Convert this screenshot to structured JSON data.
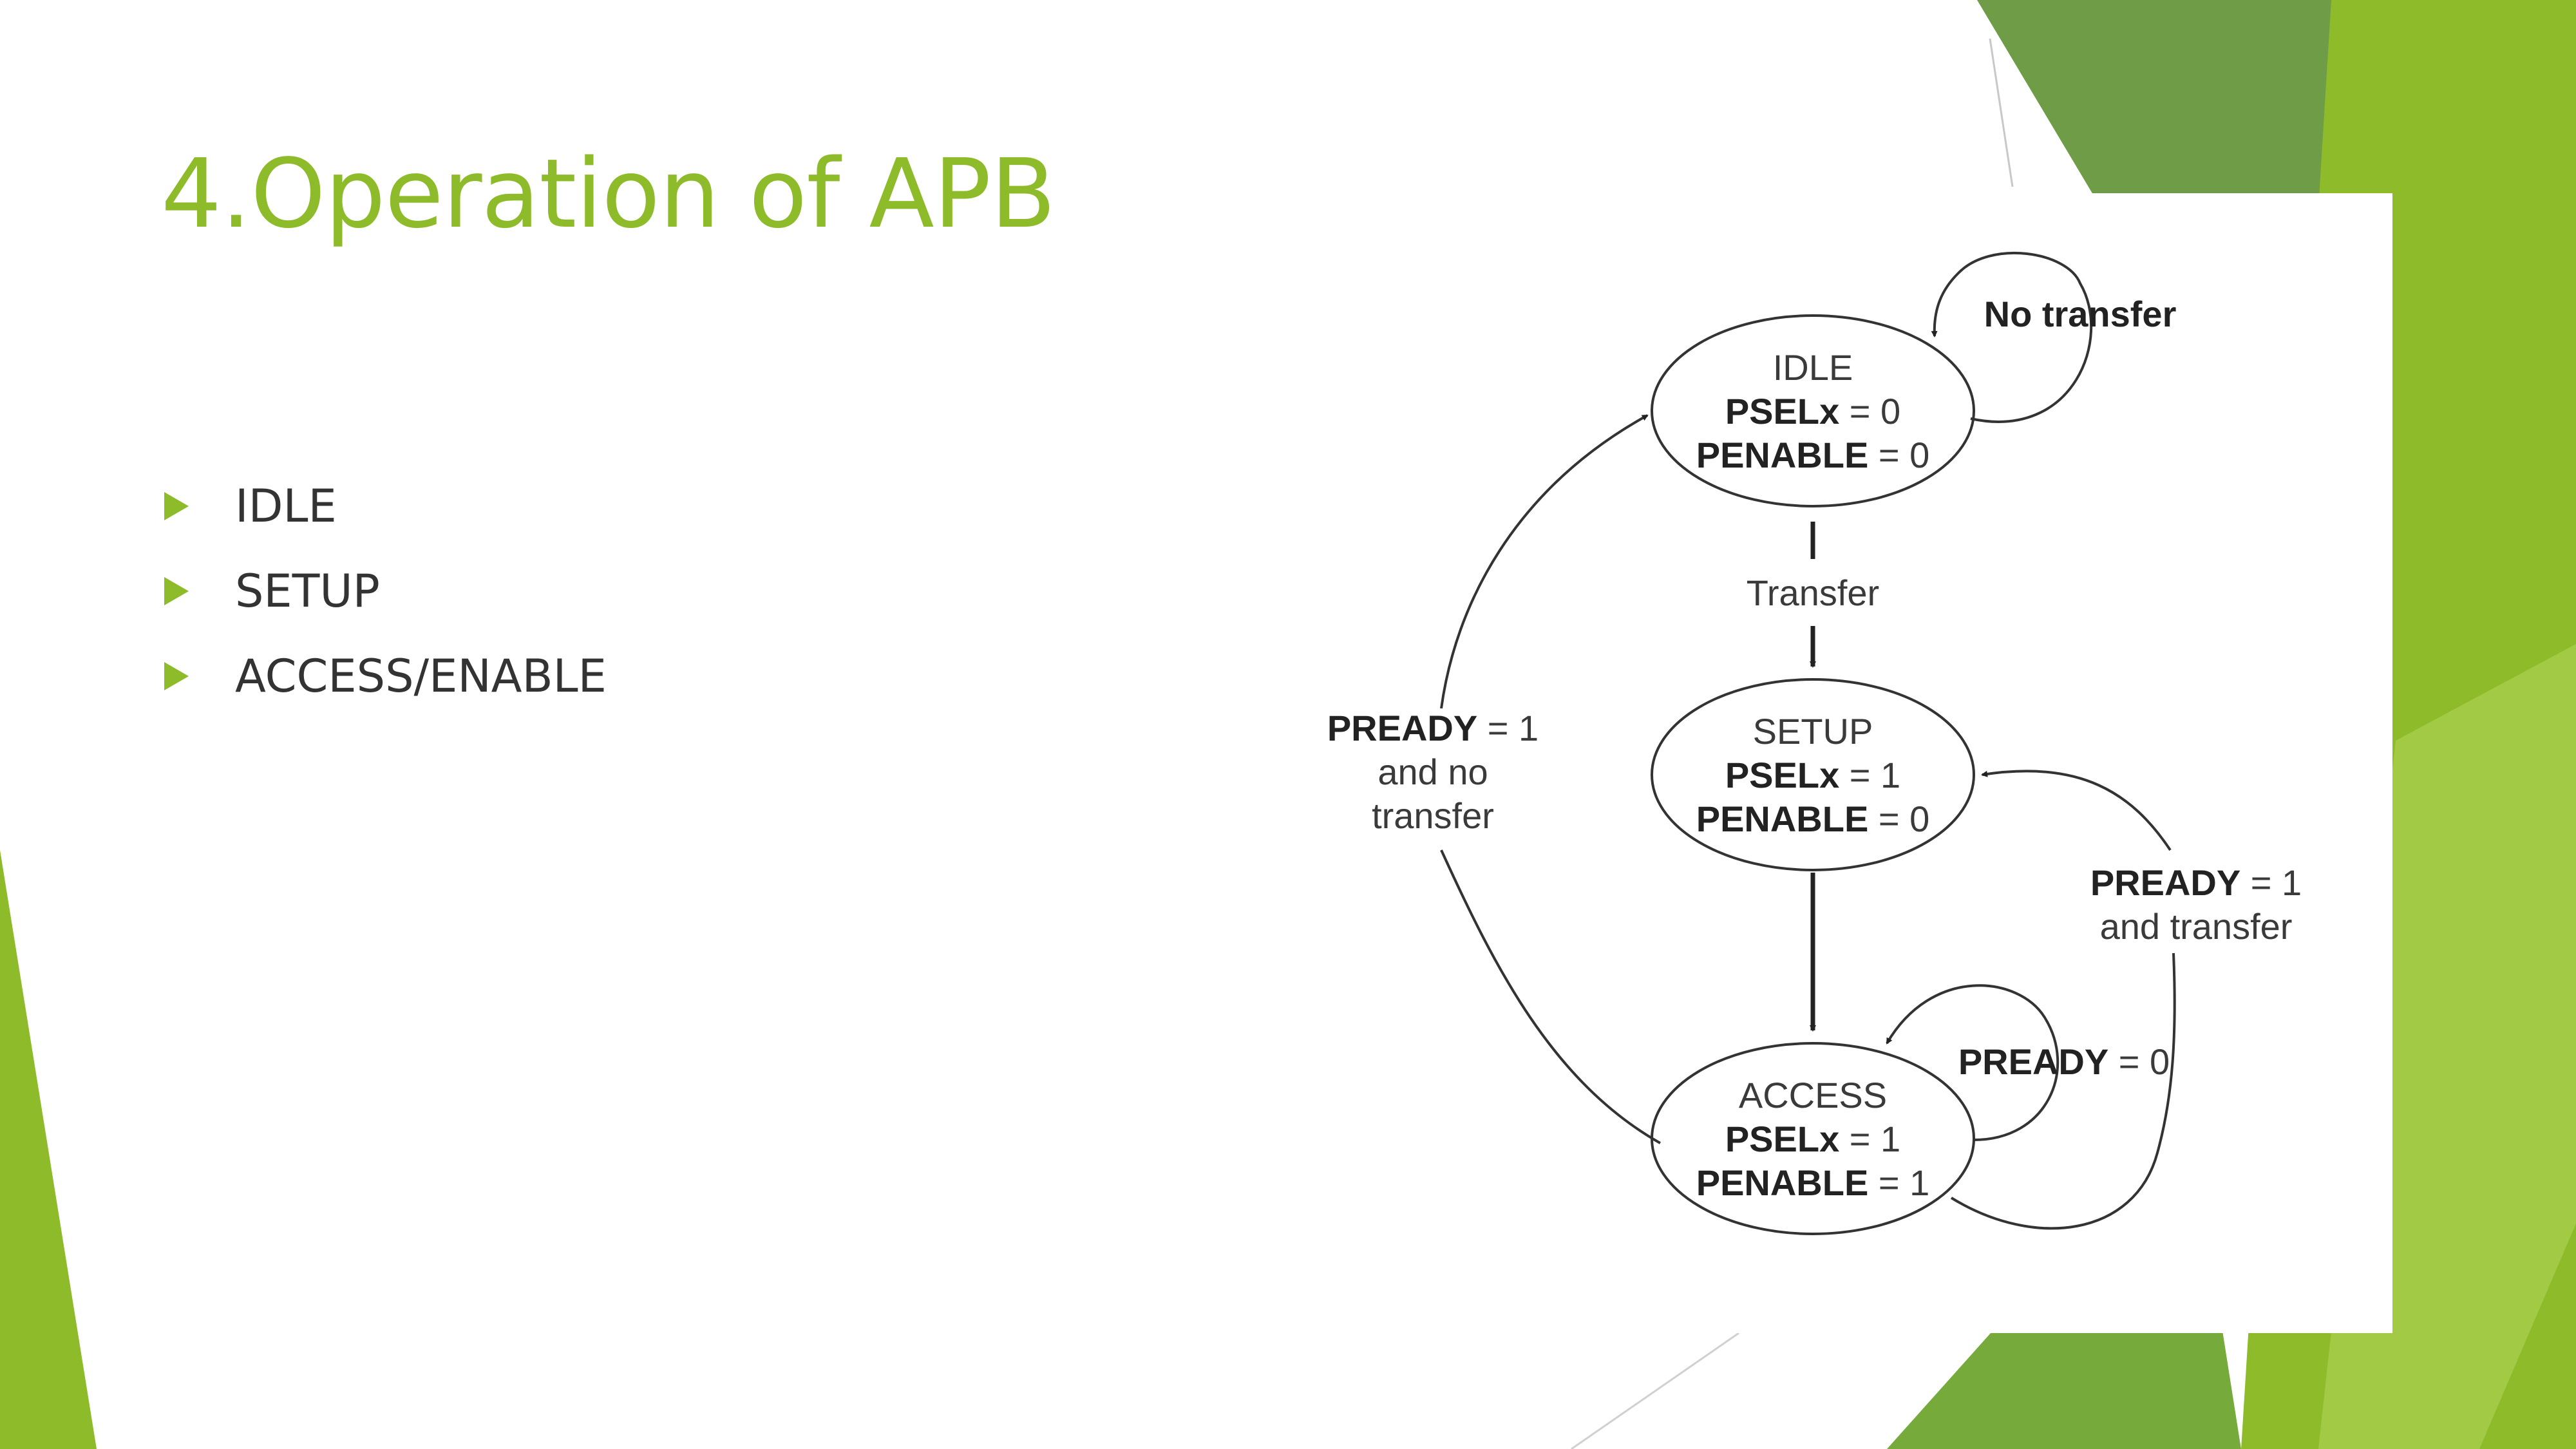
{
  "slide": {
    "title": "4.Operation of APB",
    "bullets": [
      "IDLE",
      "SETUP",
      "ACCESS/ENABLE"
    ]
  },
  "colors": {
    "accent": "#8dbb2a",
    "accent_dark": "#6e9c47",
    "accent_light": "#a6cc4a",
    "text": "#333333"
  },
  "diagram": {
    "states": {
      "idle": {
        "name": "IDLE",
        "psel_key": "PSELx",
        "psel_val": " = 0",
        "penable_key": "PENABLE",
        "penable_val": " = 0"
      },
      "setup": {
        "name": "SETUP",
        "psel_key": "PSELx",
        "psel_val": " = 1",
        "penable_key": "PENABLE",
        "penable_val": " = 0"
      },
      "access": {
        "name": "ACCESS",
        "psel_key": "PSELx",
        "psel_val": " = 1",
        "penable_key": "PENABLE",
        "penable_val": " = 1"
      }
    },
    "transitions": {
      "no_transfer": "No transfer",
      "transfer": "Transfer",
      "pready_no_transfer": {
        "key": "PREADY",
        "val": " = 1",
        "line2": "and  no",
        "line3": "transfer"
      },
      "pready_transfer": {
        "key": "PREADY",
        "val": " = 1",
        "line2": "and transfer"
      },
      "pready_zero": {
        "key": "PREADY",
        "val": " = 0"
      }
    }
  }
}
